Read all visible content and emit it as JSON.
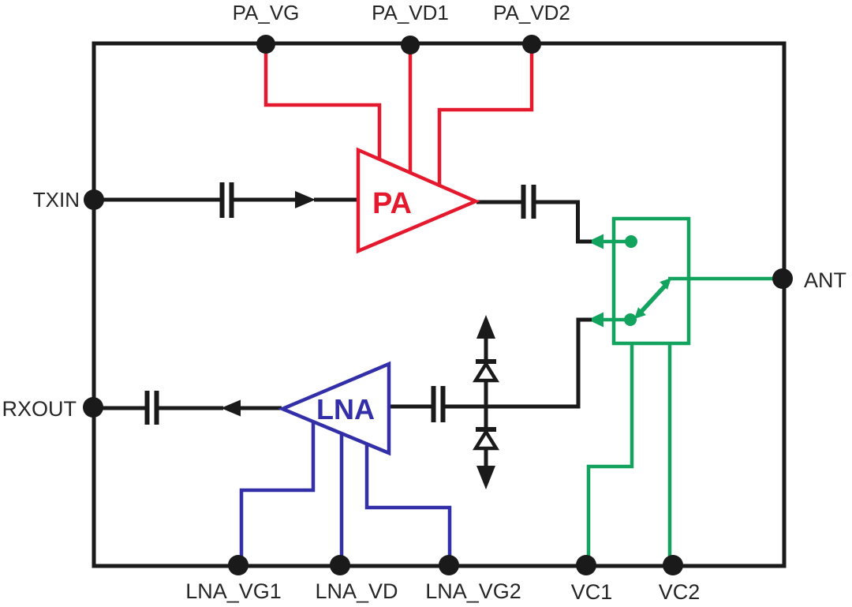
{
  "figure": {
    "type": "rf-front-end-block-diagram",
    "blocks": [
      {
        "id": "pa",
        "role": "power-amplifier",
        "label": "PA",
        "color": "#e5192d"
      },
      {
        "id": "lna",
        "role": "low-noise-amplifier",
        "label": "LNA",
        "color": "#332fa8"
      },
      {
        "id": "switch",
        "role": "spdt-antenna-switch",
        "color": "#12a35f"
      }
    ],
    "symbols": [
      "dc-block-capacitor-txin",
      "dc-block-capacitor-pa-out",
      "dc-block-capacitor-rxout",
      "dc-block-capacitor-lna-in",
      "esd-diode-upper",
      "esd-diode-lower",
      "signal-arrow-tx",
      "signal-arrow-rx"
    ],
    "ports": {
      "top": [
        "PA_VG",
        "PA_VD1",
        "PA_VD2"
      ],
      "left": [
        "TXIN",
        "RXOUT"
      ],
      "right": [
        "ANT"
      ],
      "bottom": [
        "LNA_VG1",
        "LNA_VD",
        "LNA_VG2",
        "VC1",
        "VC2"
      ]
    }
  },
  "labels": {
    "pa_vg": "PA_VG",
    "pa_vd1": "PA_VD1",
    "pa_vd2": "PA_VD2",
    "txin": "TXIN",
    "rxout": "RXOUT",
    "ant": "ANT",
    "lna_vg1": "LNA_VG1",
    "lna_vd": "LNA_VD",
    "lna_vg2": "LNA_VG2",
    "vc1": "VC1",
    "vc2": "VC2",
    "pa": "PA",
    "lna": "LNA"
  },
  "colors": {
    "wire_black": "#1a1a1a",
    "pa_red": "#e5192d",
    "lna_blue": "#332fa8",
    "switch_green": "#12a35f",
    "label_text": "#262626",
    "background": "#ffffff"
  }
}
